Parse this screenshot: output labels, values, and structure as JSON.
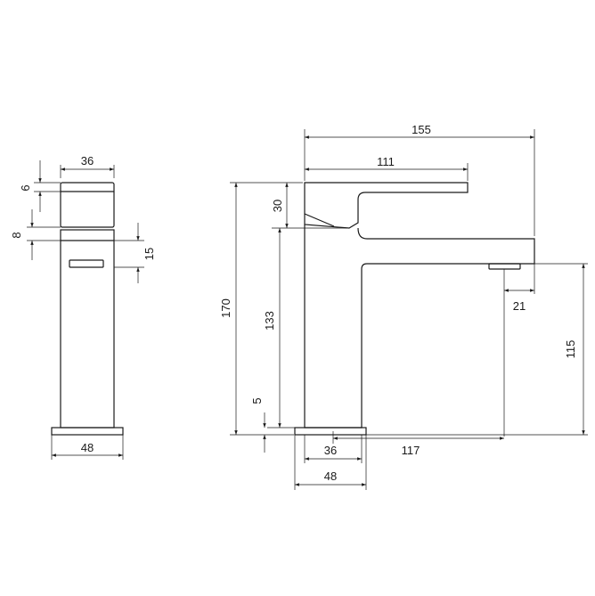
{
  "dimensions": {
    "side_handle_width": "36",
    "side_handle_top": "6",
    "side_gap": "8",
    "side_spout_height": "15",
    "side_base_width": "48",
    "front_overall_width": "155",
    "front_lever_length": "111",
    "front_lever_height": "30",
    "front_overall_height": "170",
    "front_body_height": "133",
    "front_base_thickness": "5",
    "front_spout_overhang": "21",
    "front_spout_clearance": "115",
    "front_body_width": "36",
    "front_base_width": "48",
    "front_reach": "117"
  }
}
